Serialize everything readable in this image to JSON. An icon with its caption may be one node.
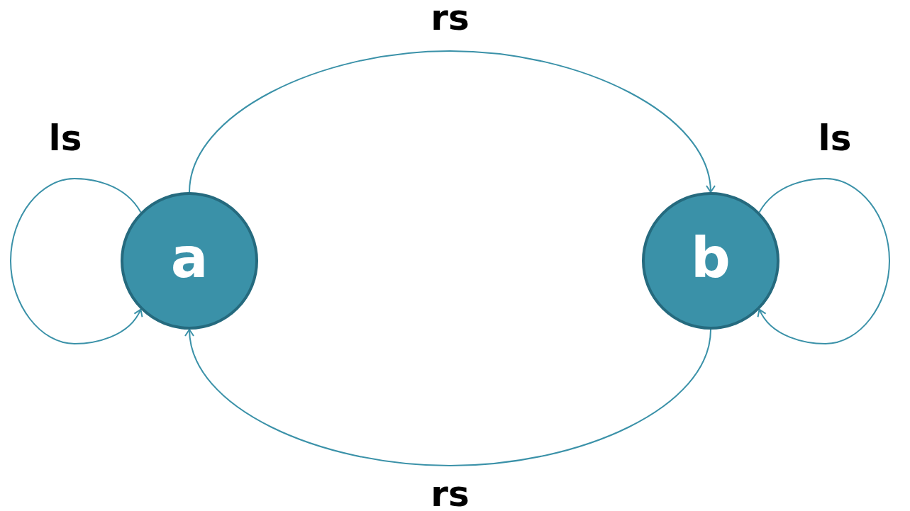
{
  "diagram": {
    "nodes": [
      {
        "text": [
          "a"
        ]
      },
      {
        "text": [
          "b"
        ]
      }
    ],
    "edges": [
      {
        "from": 0,
        "to": 0,
        "arrow": "to",
        "label": "ls"
      },
      {
        "from": 0,
        "to": 1,
        "arrow": "to",
        "label": "rs"
      },
      {
        "from": 1,
        "to": 1,
        "arrow": "to",
        "label": "ls"
      },
      {
        "from": 1,
        "to": 0,
        "arrow": "to",
        "label": "rs"
      }
    ]
  }
}
